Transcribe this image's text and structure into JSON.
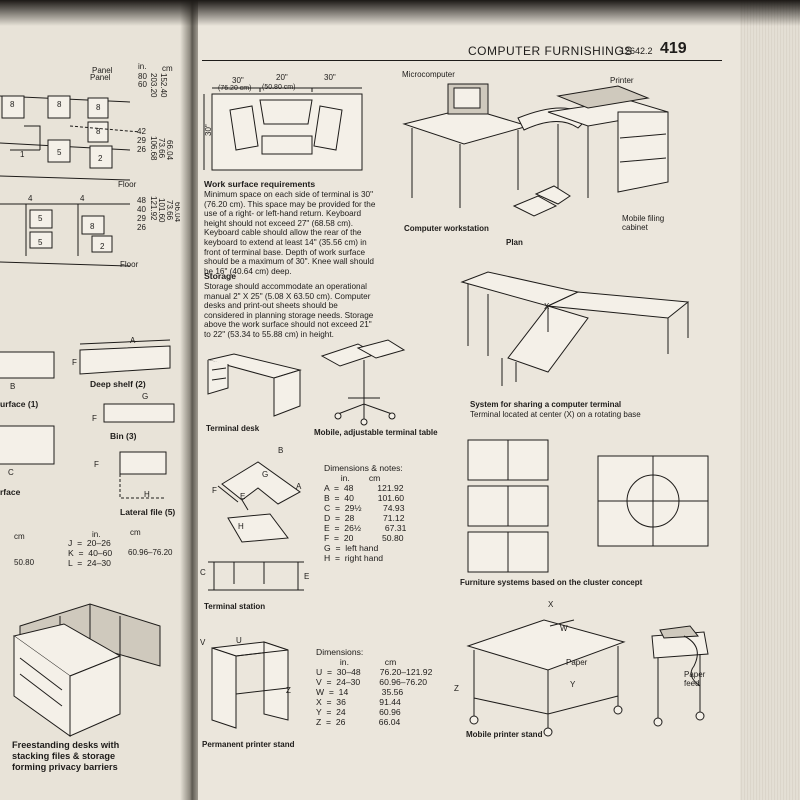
{
  "header": {
    "title": "COMPUTER FURNISHINGS",
    "code": "12642.2",
    "page_number": "419"
  },
  "left_page": {
    "panel_label_1": "Panel",
    "panel_label_2": "Panel",
    "in_col_head": "in.",
    "cm_col_head": "cm",
    "top_panel_values": [
      "80",
      "60"
    ],
    "top_panel_cm": [
      "203.20",
      "152.40"
    ],
    "cluster1_boxes": [
      "8",
      "8",
      "8",
      "8",
      "1",
      "5",
      "2"
    ],
    "cluster1_in": [
      "42",
      "29",
      "26"
    ],
    "cluster1_cm": [
      "106.68",
      "73.66",
      "66.04"
    ],
    "floor_1": "Floor",
    "cluster2_tops": [
      "4",
      "4"
    ],
    "cluster2_boxes": [
      "5",
      "5",
      "8",
      "2"
    ],
    "cluster2_in": [
      "48",
      "40",
      "29",
      "26"
    ],
    "cluster2_cm": [
      "121.92",
      "101.60",
      "73.66",
      "66.04"
    ],
    "floor_2": "Floor",
    "deep_shelf_letter_a": "A",
    "deep_shelf_letter_f": "F",
    "deep_shelf_caption": "Deep shelf (2)",
    "surface1_letter": "B",
    "surface1_caption": "urface (1)",
    "bin_letter_g": "G",
    "bin_letter_f": "F",
    "bin_caption": "Bin (3)",
    "lateral_letter_f": "F",
    "lateral_letter_h": "H",
    "lateral_caption": "Lateral file (5)",
    "surface_letter_c": "C",
    "surface_caption": "rface",
    "dims_left": {
      "cm_head": "cm",
      "cm_val": "50.80",
      "in_head": "in.",
      "cm_head2": "cm",
      "rows": [
        "J  =  20–26",
        "K  =  40–60",
        "L  =  24–30"
      ],
      "cm_right": "60.96–76.20"
    },
    "freestanding_caption": [
      "Freestanding desks with",
      "stacking files & storage",
      "forming privacy barriers"
    ]
  },
  "right_page": {
    "work_dims": [
      "30\"",
      "20\"",
      "30\"",
      "(76.20 cm)",
      "(50.80 cm)",
      "30\""
    ],
    "work_surface_title": "Work surface requirements",
    "work_surface_text": "Minimum space on each side of terminal is 30\" (76.20 cm). This space may be provided for the use of a right- or left-hand return. Keyboard height should not exceed 27\" (68.58 cm). Keyboard cable should allow the rear of the keyboard to extend at least 14\" (35.56 cm) in front of terminal base. Depth of work surface should be a maximum of 30\". Knee wall should be 16\" (40.64 cm) deep.",
    "storage_title": "Storage",
    "storage_text": "Storage should accommodate an operational manual 2\" X 25\" (5.08 X 63.50 cm). Computer desks and print-out sheets should be considered in planning storage needs. Storage above the work surface should not exceed 21\" to 22\" (53.34 to 55.88 cm) in height.",
    "workstation_labels": {
      "micro": "Microcomputer",
      "printer": "Printer",
      "workstation": "Computer workstation",
      "plan": "Plan",
      "filing": [
        "Mobile filing",
        "cabinet"
      ]
    },
    "terminal_desk": "Terminal desk",
    "mobile_table": "Mobile, adjustable terminal table",
    "sharing_x": "X",
    "sharing_caption": "System for sharing a computer terminal",
    "sharing_sub": "Terminal located at center (X) on a rotating base",
    "station_letters": [
      "B",
      "G",
      "F",
      "E",
      "A",
      "H",
      "C",
      "E"
    ],
    "terminal_station": "Terminal station",
    "dims1": {
      "title": "Dimensions & notes:",
      "head": "       in.        cm",
      "rows": [
        "A  =  48          121.92",
        "B  =  40          101.60",
        "C  =  29½         74.93",
        "D  =  28            71.12",
        "E  =  26½          67.31",
        "F  =  20            50.80",
        "G  =  left hand",
        "H  =  right hand"
      ]
    },
    "cluster_caption": "Furniture systems based on the cluster concept",
    "printer_stand_letters": [
      "V",
      "U",
      "Z"
    ],
    "permanent_printer": "Permanent printer stand",
    "dims2": {
      "title": "Dimensions:",
      "head": "          in.               cm",
      "rows": [
        "U  =  30–48        76.20–121.92",
        "V  =  24–30        60.96–76.20",
        "W  =  14              35.56",
        "X  =  36              91.44",
        "Y  =  24              60.96",
        "Z  =  26              66.04"
      ]
    },
    "mobile_printer_letters": [
      "X",
      "W",
      "Z",
      "Y"
    ],
    "paper": "Paper",
    "paper_feed": [
      "Paper",
      "feed"
    ],
    "mobile_printer": "Mobile printer stand"
  }
}
